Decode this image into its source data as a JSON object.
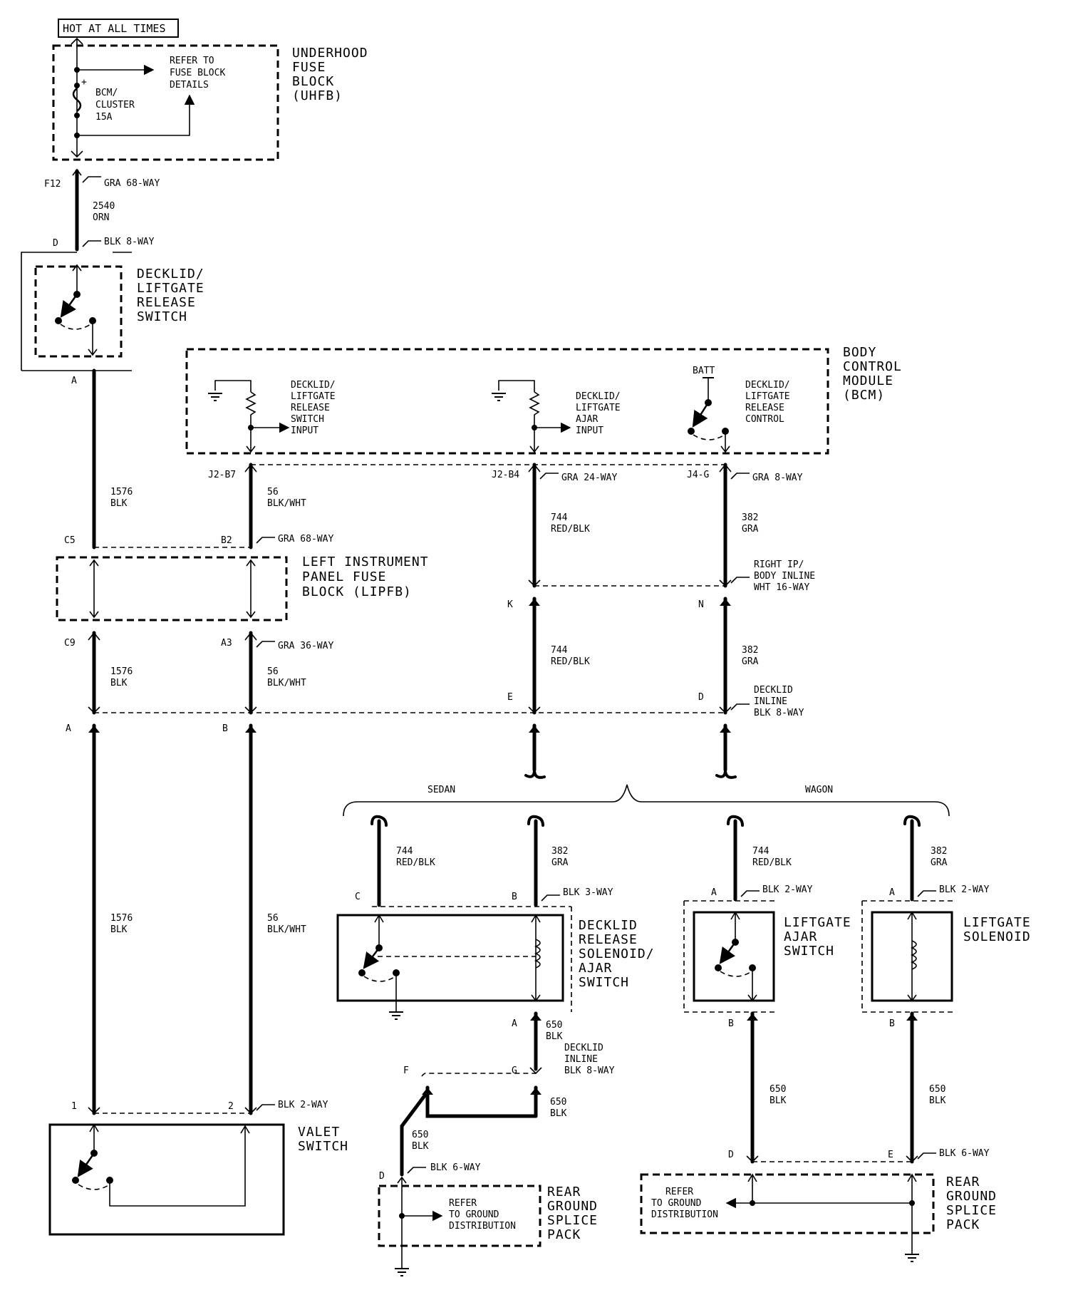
{
  "header": {
    "hot_label": "HOT AT ALL TIMES"
  },
  "uhfb": {
    "title": [
      "UNDERHOOD",
      "FUSE",
      "BLOCK",
      "(UHFB)"
    ],
    "refer": [
      "REFER TO",
      "FUSE BLOCK",
      "DETAILS"
    ],
    "fuse": [
      "BCM/",
      "CLUSTER",
      "15A"
    ],
    "plus": "+"
  },
  "w2540": {
    "pin_top": "F12",
    "conn_top": "GRA 68-WAY",
    "circuit": "2540",
    "color": "ORN",
    "pin_bottom": "D",
    "conn_bottom": "BLK 8-WAY"
  },
  "release_switch": {
    "title": [
      "DECKLID/",
      "LIFTGATE",
      "RELEASE",
      "SWITCH"
    ],
    "pin": "A"
  },
  "bcm": {
    "title": [
      "BODY",
      "CONTROL",
      "MODULE",
      "(BCM)"
    ],
    "input1": [
      "DECKLID/",
      "LIFTGATE",
      "RELEASE",
      "SWITCH",
      "INPUT"
    ],
    "input2": [
      "DECKLID/",
      "LIFTGATE",
      "AJAR",
      "INPUT"
    ],
    "batt": "BATT",
    "control": [
      "DECKLID/",
      "LIFTGATE",
      "RELEASE",
      "CONTROL"
    ]
  },
  "upper_wires": {
    "pin_j2b7": "J2-B7",
    "c56": "56",
    "c56_color": "BLK/WHT",
    "pin_j2b4": "J2-B4",
    "conn_j2b4": "GRA 24-WAY",
    "pin_j4g": "J4-G",
    "conn_j4g": "GRA 8-WAY",
    "c1576": "1576",
    "c1576_color": "BLK",
    "c744": "744",
    "c744_color": "RED/BLK",
    "c382": "382",
    "c382_color": "GRA"
  },
  "lipfb": {
    "title": [
      "LEFT INSTRUMENT",
      "PANEL FUSE",
      "BLOCK (LIPFB)"
    ],
    "pin_c5": "C5",
    "pin_b2": "B2",
    "conn_top": "GRA 68-WAY",
    "pin_c9": "C9",
    "pin_a3": "A3",
    "conn_bottom": "GRA 36-WAY"
  },
  "right_ip": {
    "label": [
      "RIGHT IP/",
      "BODY INLINE",
      "WHT 16-WAY"
    ],
    "pin_k": "K",
    "pin_n": "N"
  },
  "decklid_inline": {
    "label": [
      "DECKLID",
      "INLINE",
      "BLK 8-WAY"
    ],
    "pin_a": "A",
    "pin_b": "B",
    "pin_e": "E",
    "pin_d": "D"
  },
  "branch": {
    "sedan": "SEDAN",
    "wagon": "WAGON"
  },
  "solenoid": {
    "title": [
      "DECKLID",
      "RELEASE",
      "SOLENOID/",
      "AJAR",
      "SWITCH"
    ],
    "pin_c": "C",
    "pin_b": "B",
    "conn": "BLK 3-WAY",
    "pin_a": "A"
  },
  "w650": {
    "circuit": "650",
    "color": "BLK",
    "inline": [
      "DECKLID",
      "INLINE",
      "BLK 8-WAY"
    ],
    "pin_f": "F",
    "pin_g": "G",
    "pin_d": "D",
    "conn_d": "BLK 6-WAY"
  },
  "valet": {
    "title": [
      "VALET",
      "SWITCH"
    ],
    "pin1": "1",
    "pin2": "2",
    "conn": "BLK 2-WAY"
  },
  "liftgate_ajar": {
    "title": [
      "LIFTGATE",
      "AJAR",
      "SWITCH"
    ],
    "pin_a": "A",
    "pin_b": "B",
    "conn": "BLK 2-WAY"
  },
  "liftgate_solenoid": {
    "title": [
      "LIFTGATE",
      "SOLENOID"
    ],
    "pin_a": "A",
    "pin_b": "B",
    "conn": "BLK 2-WAY"
  },
  "rear_ground": {
    "title": [
      "REAR",
      "GROUND",
      "SPLICE",
      "PACK"
    ],
    "refer": [
      "REFER",
      "TO GROUND",
      "DISTRIBUTION"
    ],
    "pin_d": "D",
    "pin_e": "E",
    "conn": "BLK 6-WAY"
  }
}
